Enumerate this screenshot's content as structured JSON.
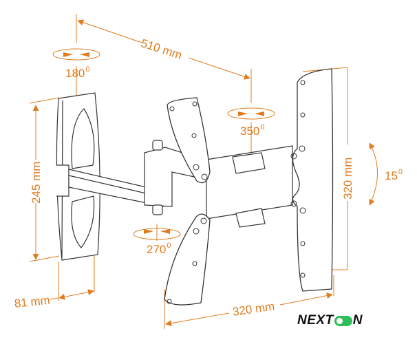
{
  "diagram": {
    "subject": "Swivel TV wall mount",
    "accent_color": "#e07c1f",
    "line_color": "#333333",
    "dimensions": {
      "arm_extension": "510 mm",
      "wall_plate_height": "245 mm",
      "wall_plate_depth": "81 mm",
      "vesa_width": "320 mm",
      "vesa_height": "320 mm"
    },
    "rotations": {
      "wall_swivel": {
        "value": "180",
        "unit": "0"
      },
      "head_swivel": {
        "value": "350",
        "unit": "0"
      },
      "arm_swivel": {
        "value": "270",
        "unit": "0"
      },
      "tilt": {
        "value": "15",
        "unit": "0"
      }
    }
  },
  "brand": {
    "left": "NEXT",
    "right": "N"
  }
}
